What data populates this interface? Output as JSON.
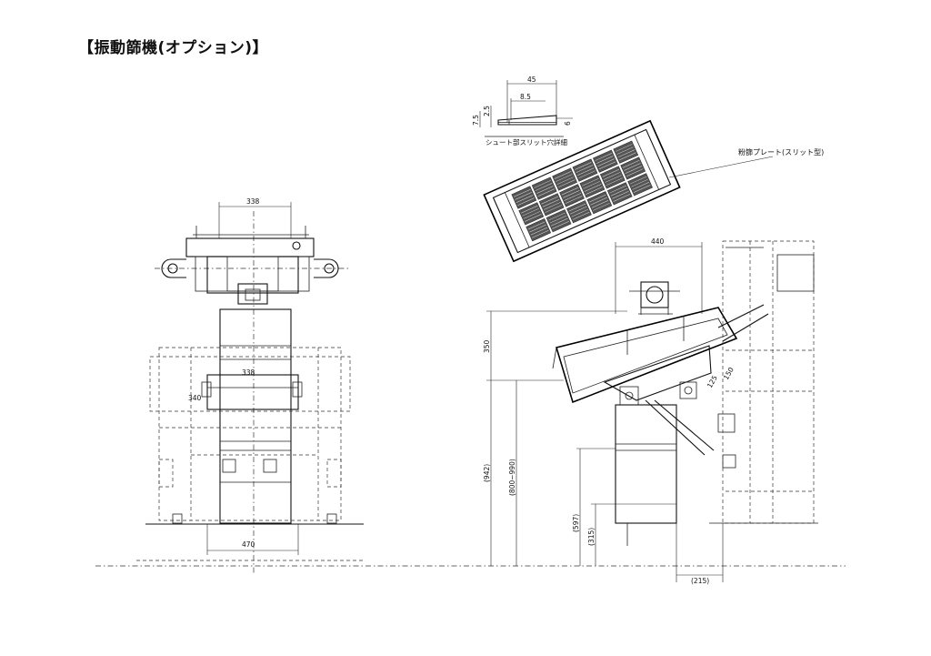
{
  "title": "【振動篩機(オプション)】",
  "labels": {
    "detail_caption": "シュート部スリット穴詳細",
    "sieve_plate": "粉篩プレート(スリット型)"
  },
  "dims": {
    "d45": "45",
    "d8_5": "8.5",
    "d2_5": "2.5",
    "d7_5": "7.5",
    "d6": "6",
    "d338_top": "338",
    "d338_mid": "338",
    "d340": "340",
    "d470": "470",
    "d440": "440",
    "d350": "350",
    "d942": "(942)",
    "d800_990": "(800~990)",
    "d597": "(597)",
    "d315": "(315)",
    "d215": "(215)",
    "d125": "125",
    "d150": "150"
  }
}
